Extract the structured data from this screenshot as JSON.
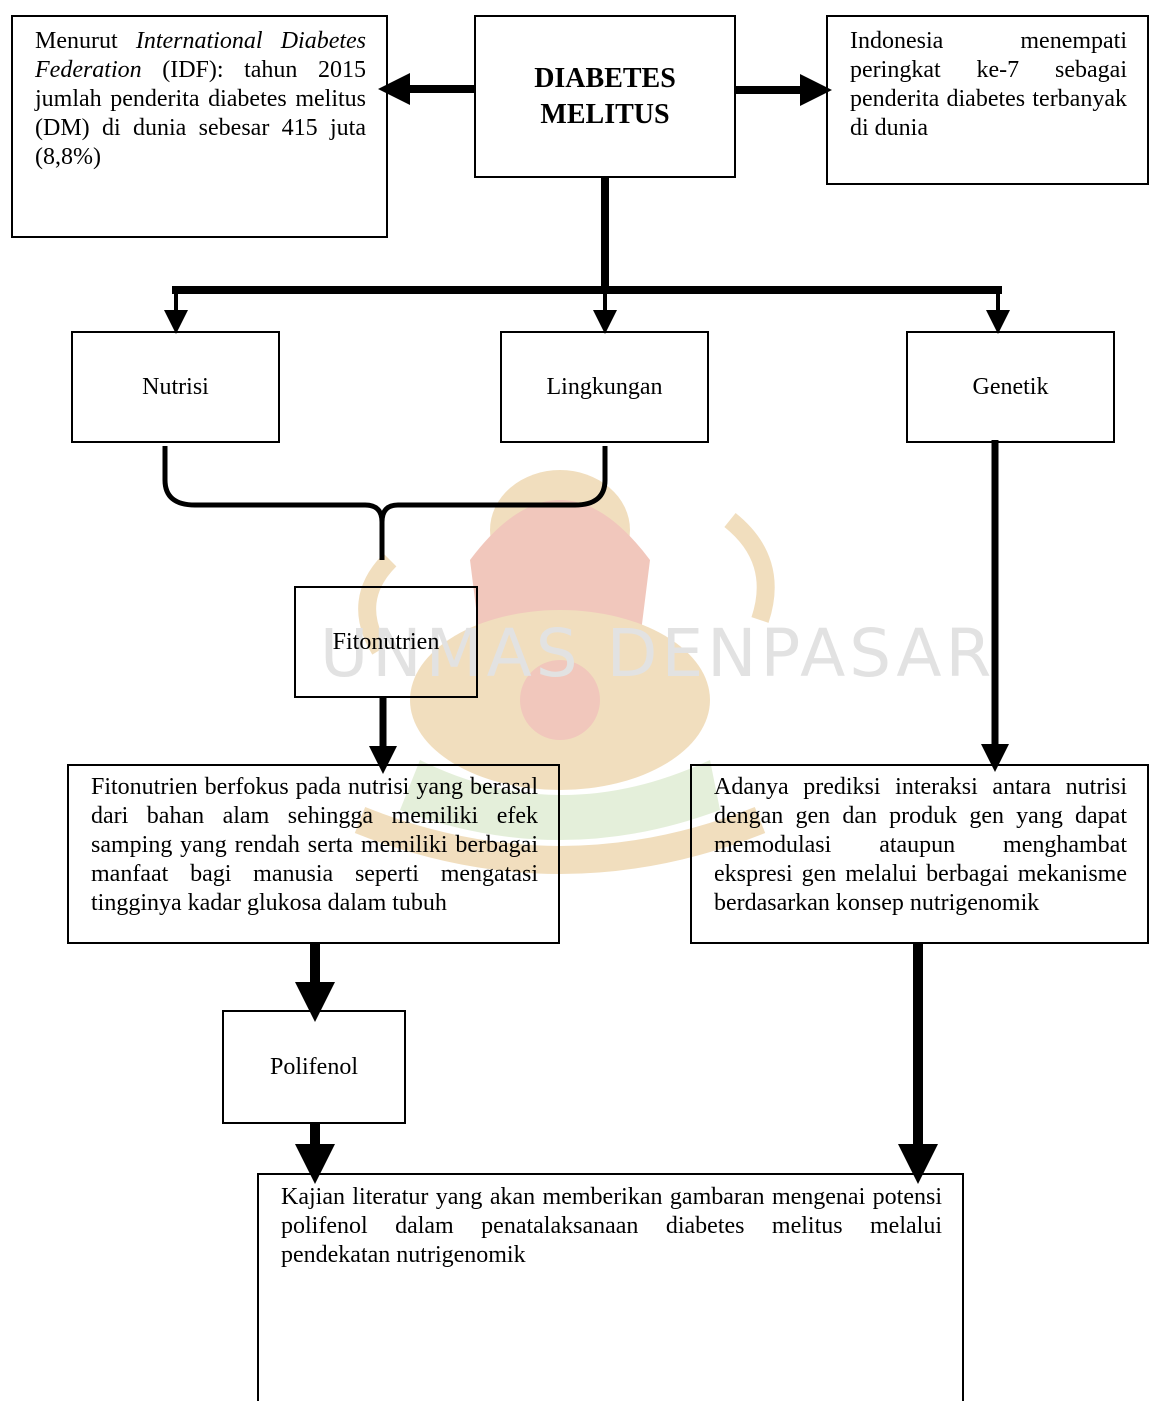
{
  "diagram": {
    "main": {
      "line1": "DIABETES",
      "line2": "MELITUS"
    },
    "idf_box": {
      "pre": "Menurut ",
      "org_italic": "International Diabetes Federation",
      "post": " (IDF): tahun 2015 jumlah penderita diabetes melitus (DM) di dunia sebesar 415 juta (8,8%)"
    },
    "indonesia_box": "Indonesia menempati peringkat ke-7 sebagai penderita diabetes terbanyak di dunia",
    "factors": {
      "nutrisi": "Nutrisi",
      "lingkungan": "Lingkungan",
      "genetik": "Genetik"
    },
    "fitonutrien": "Fitonutrien",
    "fitonutrien_desc": "Fitonutrien berfokus pada nutrisi yang berasal dari bahan alam sehingga memiliki efek samping yang rendah serta memiliki berbagai manfaat bagi manusia seperti mengatasi tingginya kadar glukosa dalam tubuh",
    "genetik_desc": "Adanya prediksi interaksi antara nutrisi dengan gen dan produk gen yang dapat memodulasi ataupun menghambat ekspresi gen melalui berbagai mekanisme berdasarkan konsep nutrigenomik",
    "polifenol": "Polifenol",
    "kajian": "Kajian literatur yang akan memberikan gambaran mengenai potensi polifenol dalam penatalaksanaan diabetes melitus melalui pendekatan nutrigenomik"
  },
  "watermark": {
    "text": "UNMAS DENPASAR",
    "colors": {
      "gold": "#e6c48a",
      "red": "#e79a86",
      "green": "#cfe3bd",
      "grey": "#e2e2e2"
    }
  }
}
